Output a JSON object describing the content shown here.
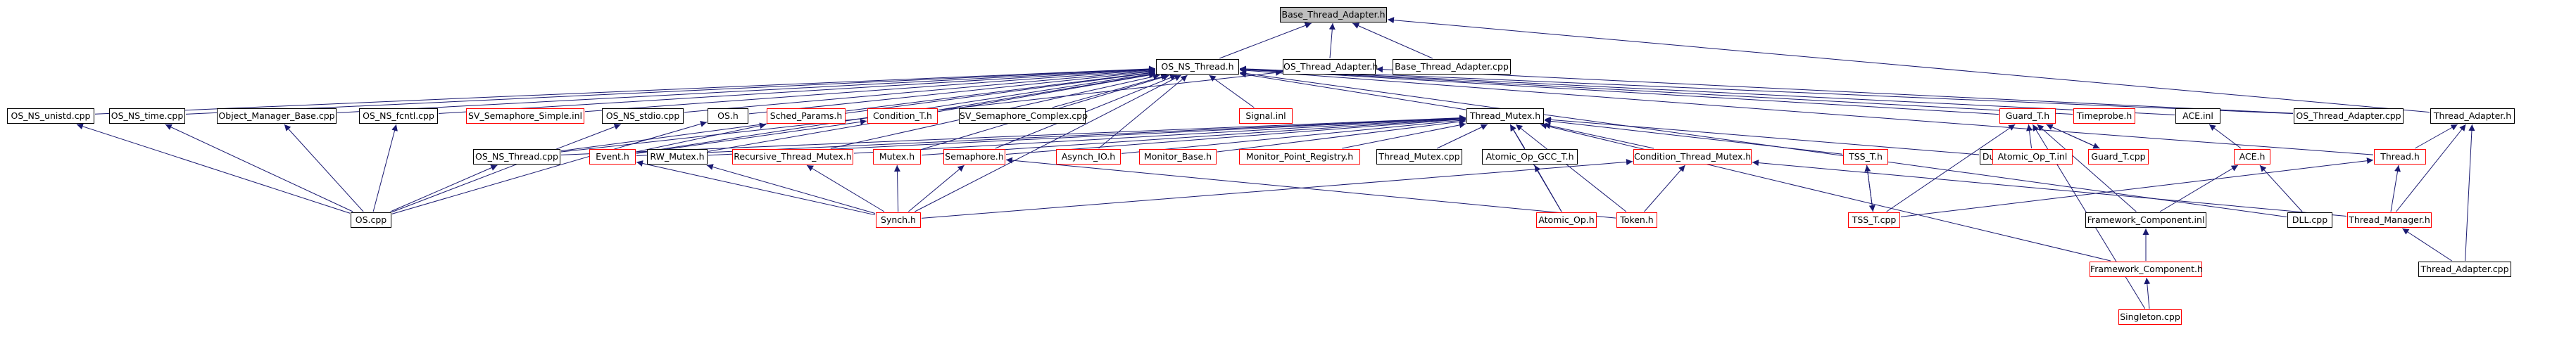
{
  "graph": {
    "title": "Base_Thread_Adapter.h",
    "nodes": [
      {
        "id": "base_thread_adapter_h",
        "label": "Base_Thread_Adapter.h",
        "style": "root"
      },
      {
        "id": "os_ns_thread_h",
        "label": "OS_NS_Thread.h",
        "style": "normal"
      },
      {
        "id": "os_thread_adapter_h",
        "label": "OS_Thread_Adapter.h",
        "style": "normal"
      },
      {
        "id": "base_thread_adapter_cpp",
        "label": "Base_Thread_Adapter.cpp",
        "style": "normal"
      },
      {
        "id": "os_ns_unistd_cpp",
        "label": "OS_NS_unistd.cpp",
        "style": "normal"
      },
      {
        "id": "os_ns_time_cpp",
        "label": "OS_NS_time.cpp",
        "style": "normal"
      },
      {
        "id": "object_manager_base_cpp",
        "label": "Object_Manager_Base.cpp",
        "style": "normal"
      },
      {
        "id": "os_ns_fcntl_cpp",
        "label": "OS_NS_fcntl.cpp",
        "style": "normal"
      },
      {
        "id": "sv_semaphore_simple_inl",
        "label": "SV_Semaphore_Simple.inl",
        "style": "red"
      },
      {
        "id": "os_ns_stdio_cpp",
        "label": "OS_NS_stdio.cpp",
        "style": "normal"
      },
      {
        "id": "os_h",
        "label": "OS.h",
        "style": "normal"
      },
      {
        "id": "sched_params_h",
        "label": "Sched_Params.h",
        "style": "red"
      },
      {
        "id": "condition_t_h",
        "label": "Condition_T.h",
        "style": "red"
      },
      {
        "id": "sv_semaphore_complex_cpp",
        "label": "SV_Semaphore_Complex.cpp",
        "style": "normal"
      },
      {
        "id": "signal_inl",
        "label": "Signal.inl",
        "style": "red"
      },
      {
        "id": "thread_mutex_h",
        "label": "Thread_Mutex.h",
        "style": "normal"
      },
      {
        "id": "guard_t_h",
        "label": "Guard_T.h",
        "style": "red"
      },
      {
        "id": "timeprobe_h",
        "label": "Timeprobe.h",
        "style": "red"
      },
      {
        "id": "ace_inl",
        "label": "ACE.inl",
        "style": "normal"
      },
      {
        "id": "os_thread_adapter_cpp",
        "label": "OS_Thread_Adapter.cpp",
        "style": "normal"
      },
      {
        "id": "thread_adapter_h",
        "label": "Thread_Adapter.h",
        "style": "normal"
      },
      {
        "id": "os_ns_thread_cpp",
        "label": "OS_NS_Thread.cpp",
        "style": "normal"
      },
      {
        "id": "event_h",
        "label": "Event.h",
        "style": "red"
      },
      {
        "id": "rw_mutex_h",
        "label": "RW_Mutex.h",
        "style": "normal"
      },
      {
        "id": "recursive_thread_mutex_h",
        "label": "Recursive_Thread_Mutex.h",
        "style": "red"
      },
      {
        "id": "mutex_h",
        "label": "Mutex.h",
        "style": "red"
      },
      {
        "id": "semaphore_h",
        "label": "Semaphore.h",
        "style": "red"
      },
      {
        "id": "asynch_io_h",
        "label": "Asynch_IO.h",
        "style": "red"
      },
      {
        "id": "monitor_base_h",
        "label": "Monitor_Base.h",
        "style": "red"
      },
      {
        "id": "monitor_point_registry_h",
        "label": "Monitor_Point_Registry.h",
        "style": "red"
      },
      {
        "id": "thread_mutex_cpp",
        "label": "Thread_Mutex.cpp",
        "style": "normal"
      },
      {
        "id": "atomic_op_gcc_t_h",
        "label": "Atomic_Op_GCC_T.h",
        "style": "normal"
      },
      {
        "id": "condition_thread_mutex_h",
        "label": "Condition_Thread_Mutex.h",
        "style": "red"
      },
      {
        "id": "tss_t_h",
        "label": "TSS_T.h",
        "style": "red"
      },
      {
        "id": "dump_cpp",
        "label": "Dump.cpp",
        "style": "normal"
      },
      {
        "id": "atomic_op_t_inl",
        "label": "Atomic_Op_T.inl",
        "style": "red"
      },
      {
        "id": "guard_t_cpp",
        "label": "Guard_T.cpp",
        "style": "red"
      },
      {
        "id": "ace_h",
        "label": "ACE.h",
        "style": "red"
      },
      {
        "id": "thread_h",
        "label": "Thread.h",
        "style": "red"
      },
      {
        "id": "os_cpp",
        "label": "OS.cpp",
        "style": "normal"
      },
      {
        "id": "synch_h",
        "label": "Synch.h",
        "style": "red"
      },
      {
        "id": "token_h",
        "label": "Token.h",
        "style": "red"
      },
      {
        "id": "atomic_op_h",
        "label": "Atomic_Op.h",
        "style": "red"
      },
      {
        "id": "tss_t_cpp",
        "label": "TSS_T.cpp",
        "style": "red"
      },
      {
        "id": "framework_component_inl",
        "label": "Framework_Component.inl",
        "style": "normal"
      },
      {
        "id": "dll_cpp",
        "label": "DLL.cpp",
        "style": "normal"
      },
      {
        "id": "thread_manager_h",
        "label": "Thread_Manager.h",
        "style": "red"
      },
      {
        "id": "framework_component_h",
        "label": "Framework_Component.h",
        "style": "red"
      },
      {
        "id": "thread_adapter_cpp",
        "label": "Thread_Adapter.cpp",
        "style": "normal"
      },
      {
        "id": "singleton_cpp",
        "label": "Singleton.cpp",
        "style": "red"
      }
    ],
    "edges": [
      [
        "os_ns_thread_h",
        "base_thread_adapter_h"
      ],
      [
        "os_thread_adapter_h",
        "base_thread_adapter_h"
      ],
      [
        "base_thread_adapter_cpp",
        "base_thread_adapter_h"
      ],
      [
        "thread_adapter_h",
        "base_thread_adapter_h"
      ],
      [
        "os_ns_unistd_cpp",
        "os_ns_thread_h"
      ],
      [
        "os_ns_time_cpp",
        "os_ns_thread_h"
      ],
      [
        "object_manager_base_cpp",
        "os_ns_thread_h"
      ],
      [
        "os_ns_fcntl_cpp",
        "os_ns_thread_h"
      ],
      [
        "sv_semaphore_simple_inl",
        "os_ns_thread_h"
      ],
      [
        "os_ns_stdio_cpp",
        "os_ns_thread_h"
      ],
      [
        "os_h",
        "os_ns_thread_h"
      ],
      [
        "sched_params_h",
        "os_ns_thread_h"
      ],
      [
        "condition_t_h",
        "os_ns_thread_h"
      ],
      [
        "sv_semaphore_complex_cpp",
        "os_ns_thread_h"
      ],
      [
        "signal_inl",
        "os_ns_thread_h"
      ],
      [
        "thread_mutex_h",
        "os_ns_thread_h"
      ],
      [
        "guard_t_h",
        "os_ns_thread_h"
      ],
      [
        "timeprobe_h",
        "os_ns_thread_h"
      ],
      [
        "ace_inl",
        "os_ns_thread_h"
      ],
      [
        "os_thread_adapter_cpp",
        "os_ns_thread_h"
      ],
      [
        "dll_cpp",
        "os_ns_thread_h"
      ],
      [
        "thread_h",
        "os_ns_thread_h"
      ],
      [
        "os_ns_thread_cpp",
        "os_ns_thread_h"
      ],
      [
        "event_h",
        "os_ns_thread_h"
      ],
      [
        "rw_mutex_h",
        "os_ns_thread_h"
      ],
      [
        "recursive_thread_mutex_h",
        "os_ns_thread_h"
      ],
      [
        "mutex_h",
        "os_ns_thread_h"
      ],
      [
        "semaphore_h",
        "os_ns_thread_h"
      ],
      [
        "asynch_io_h",
        "os_ns_thread_h"
      ],
      [
        "synch_h",
        "os_ns_thread_h"
      ],
      [
        "os_ns_thread_cpp",
        "os_thread_adapter_h"
      ],
      [
        "os_thread_adapter_cpp",
        "os_thread_adapter_h"
      ],
      [
        "os_cpp",
        "os_ns_unistd_cpp"
      ],
      [
        "os_cpp",
        "os_ns_time_cpp"
      ],
      [
        "os_cpp",
        "object_manager_base_cpp"
      ],
      [
        "os_cpp",
        "os_ns_fcntl_cpp"
      ],
      [
        "os_cpp",
        "os_ns_stdio_cpp"
      ],
      [
        "os_cpp",
        "os_h"
      ],
      [
        "os_cpp",
        "os_ns_thread_cpp"
      ],
      [
        "event_h",
        "sched_params_h"
      ],
      [
        "event_h",
        "condition_t_h"
      ],
      [
        "os_ns_thread_cpp",
        "thread_mutex_h"
      ],
      [
        "event_h",
        "thread_mutex_h"
      ],
      [
        "rw_mutex_h",
        "thread_mutex_h"
      ],
      [
        "recursive_thread_mutex_h",
        "thread_mutex_h"
      ],
      [
        "mutex_h",
        "thread_mutex_h"
      ],
      [
        "semaphore_h",
        "thread_mutex_h"
      ],
      [
        "asynch_io_h",
        "thread_mutex_h"
      ],
      [
        "monitor_base_h",
        "thread_mutex_h"
      ],
      [
        "monitor_point_registry_h",
        "thread_mutex_h"
      ],
      [
        "thread_mutex_cpp",
        "thread_mutex_h"
      ],
      [
        "atomic_op_gcc_t_h",
        "thread_mutex_h"
      ],
      [
        "condition_thread_mutex_h",
        "thread_mutex_h"
      ],
      [
        "tss_t_h",
        "thread_mutex_h"
      ],
      [
        "dump_cpp",
        "thread_mutex_h"
      ],
      [
        "atomic_op_h",
        "thread_mutex_h"
      ],
      [
        "token_h",
        "thread_mutex_h"
      ],
      [
        "framework_component_h",
        "thread_mutex_h"
      ],
      [
        "synch_h",
        "rw_mutex_h"
      ],
      [
        "synch_h",
        "recursive_thread_mutex_h"
      ],
      [
        "synch_h",
        "mutex_h"
      ],
      [
        "synch_h",
        "semaphore_h"
      ],
      [
        "synch_h",
        "event_h"
      ],
      [
        "synch_h",
        "condition_thread_mutex_h"
      ],
      [
        "token_h",
        "semaphore_h"
      ],
      [
        "token_h",
        "condition_thread_mutex_h"
      ],
      [
        "atomic_op_h",
        "atomic_op_gcc_t_h"
      ],
      [
        "thread_manager_h",
        "condition_thread_mutex_h"
      ],
      [
        "tss_t_cpp",
        "tss_t_h"
      ],
      [
        "tss_t_h",
        "tss_t_cpp"
      ],
      [
        "atomic_op_t_inl",
        "guard_t_h"
      ],
      [
        "guard_t_cpp",
        "guard_t_h"
      ],
      [
        "guard_t_h",
        "guard_t_cpp"
      ],
      [
        "tss_t_cpp",
        "guard_t_h"
      ],
      [
        "framework_component_inl",
        "guard_t_h"
      ],
      [
        "singleton_cpp",
        "guard_t_h"
      ],
      [
        "ace_h",
        "ace_inl"
      ],
      [
        "dll_cpp",
        "ace_h"
      ],
      [
        "framework_component_inl",
        "ace_h"
      ],
      [
        "tss_t_cpp",
        "thread_h"
      ],
      [
        "thread_manager_h",
        "thread_h"
      ],
      [
        "thread_h",
        "thread_adapter_h"
      ],
      [
        "thread_manager_h",
        "thread_adapter_h"
      ],
      [
        "thread_adapter_cpp",
        "thread_adapter_h"
      ],
      [
        "thread_adapter_cpp",
        "thread_manager_h"
      ],
      [
        "framework_component_h",
        "framework_component_inl"
      ],
      [
        "singleton_cpp",
        "framework_component_h"
      ]
    ]
  }
}
